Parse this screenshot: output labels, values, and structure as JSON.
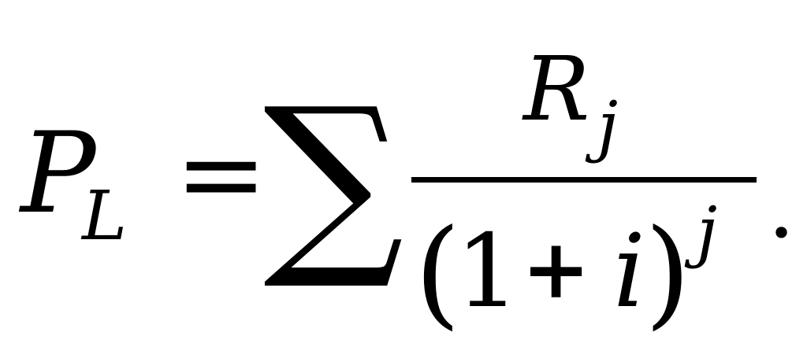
{
  "formula": {
    "lhs": {
      "symbol": "P",
      "subscript": "L"
    },
    "relation": "=",
    "operator": "∑",
    "fraction": {
      "numerator": {
        "symbol": "R",
        "subscript": "j"
      },
      "denominator": {
        "open_paren": "(",
        "one": "1",
        "plus": "+",
        "variable": "i",
        "close_paren": ")",
        "exponent": "j"
      }
    },
    "terminator": "."
  }
}
